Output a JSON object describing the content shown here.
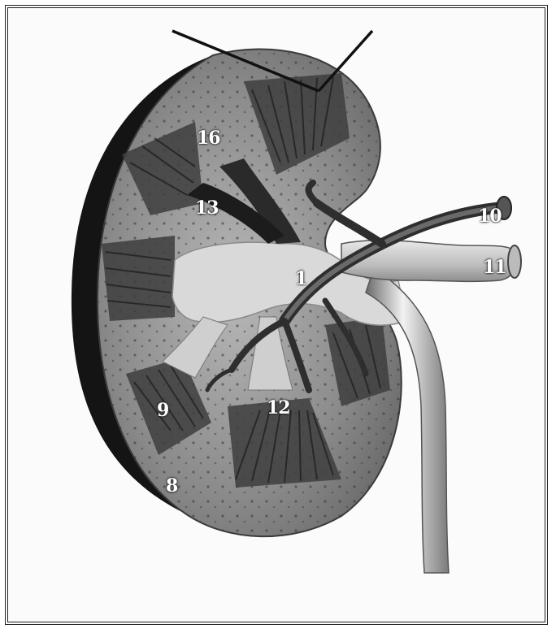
{
  "figure": {
    "kind": "kidney cross-section illustration",
    "colors": {
      "cortex": "#8c8c8c",
      "medulla": "#5a5a5a",
      "capsule": "#111111",
      "pelvis": "#d6d6d6",
      "vessel": "#3a3a3a",
      "frame": "#222222"
    }
  },
  "labels": {
    "l1": "1",
    "l8": "8",
    "l9": "9",
    "l10": "10",
    "l11": "11",
    "l12": "12",
    "l13": "13",
    "l16": "16"
  }
}
